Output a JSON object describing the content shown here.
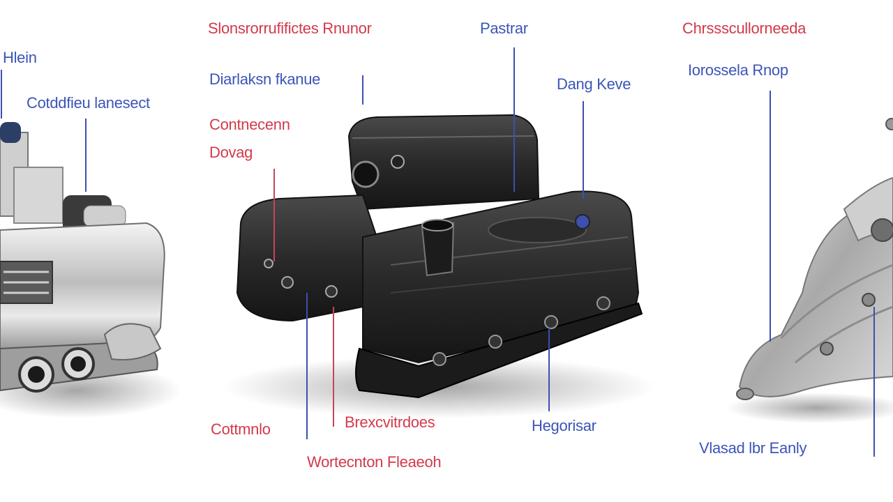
{
  "colors": {
    "red_label": "#d23a4a",
    "blue_label": "#3b55b8",
    "leader_red": "#c4455a",
    "leader_blue": "#3d4fb0"
  },
  "labels": {
    "left_top": "Hlein",
    "left_mid": "Cotddfieu lanesect",
    "center_top_red": "Slonsrorrufifictes Rnunor",
    "center_top_blue": "Pastrar",
    "center_second_blue": "Diarlaksn fkanue",
    "center_red_1": "Contnecenn",
    "center_red_2": "Dovag",
    "center_right_blue": "Dang Keve",
    "right_top_red": "Chrssscullorneeda",
    "right_second_blue": "Iorossela Rnop",
    "bottom_red_1": "Cottmnlo",
    "bottom_red_2": "Brexcvitrdoes",
    "bottom_red_3": "Wortecnton Fleaeoh",
    "bottom_blue_1": "Hegorisar",
    "bottom_blue_2": "Vlasad lbr Eanly"
  },
  "images": {
    "left": "chrome-engine-manifold",
    "center": "black-intake-manifold",
    "right": "silver-exhaust-manifold"
  }
}
